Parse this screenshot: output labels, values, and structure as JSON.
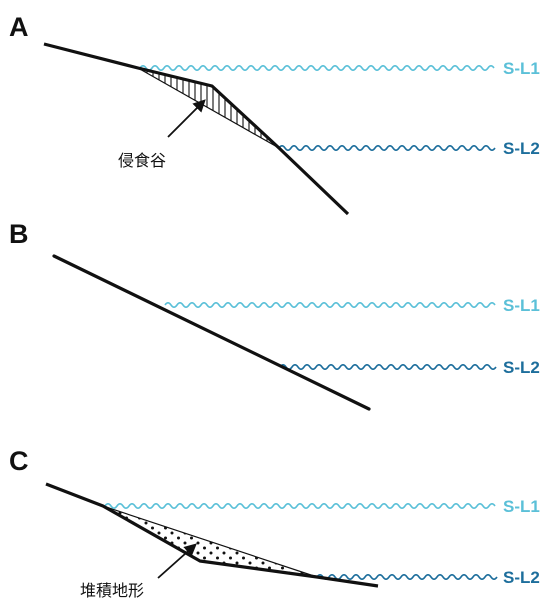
{
  "panels": [
    {
      "letter": "A",
      "sea_levels": [
        "S-L1",
        "S-L2"
      ],
      "annotation": "侵食谷"
    },
    {
      "letter": "B",
      "sea_levels": [
        "S-L1",
        "S-L2"
      ]
    },
    {
      "letter": "C",
      "sea_levels": [
        "S-L1",
        "S-L2"
      ],
      "annotation": "堆積地形"
    }
  ],
  "colors": {
    "sl1": "#5bc0d8",
    "sl2": "#1d6e9c",
    "line": "#111111"
  }
}
